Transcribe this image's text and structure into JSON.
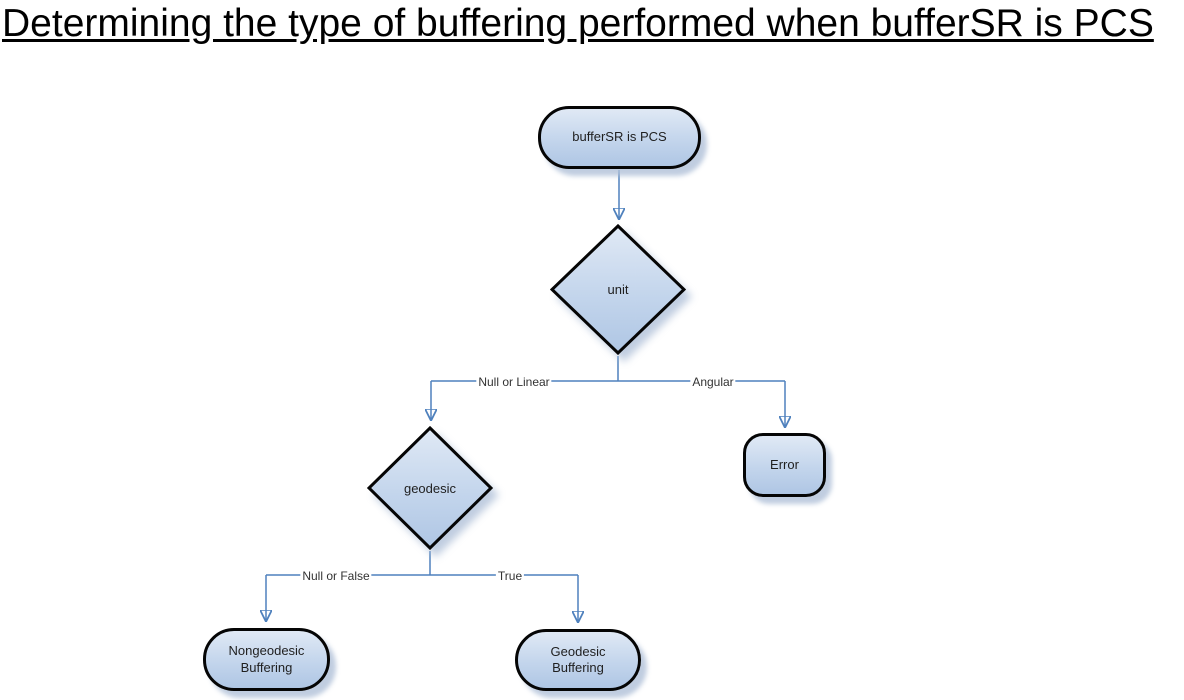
{
  "title": "Determining the type of buffering performed when bufferSR is PCS",
  "nodes": {
    "start": "bufferSR is PCS",
    "unit": "unit",
    "geodesic": "geodesic",
    "error": "Error",
    "nongeodesic": "Nongeodesic Buffering",
    "geodesic_buffering": "Geodesic Buffering"
  },
  "edge_labels": {
    "null_or_linear": "Null or Linear",
    "angular": "Angular",
    "null_or_false": "Null or False",
    "true_branch": "True"
  },
  "colors": {
    "connector": "#4f81bd",
    "node_fill_top": "#e0e9f5",
    "node_fill_bottom": "#afc6e4",
    "node_border": "#000000",
    "shadow": "#b0c1d8",
    "title_color": "#000000"
  },
  "diagram_type": "flowchart"
}
